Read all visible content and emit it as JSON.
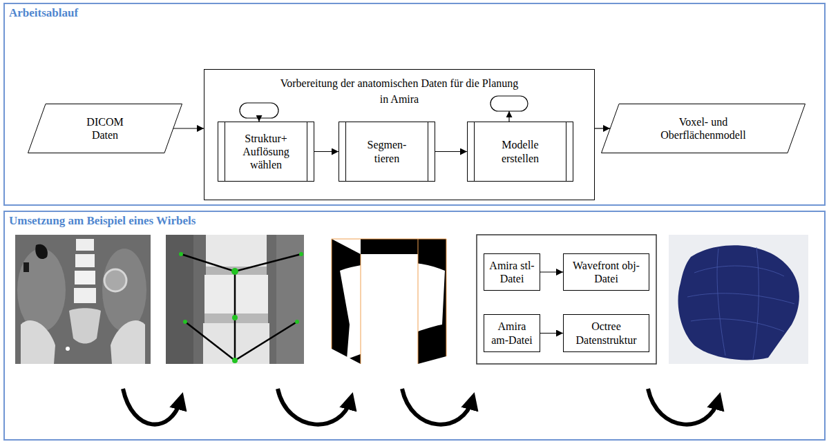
{
  "diagram": {
    "nodes": [
      {
        "text": [
          "Arbeitsablauf"
        ]
      },
      {
        "text": [
          "DICOM Daten"
        ],
        "in": 0
      },
      {
        "text": [
          "Vorbereitung der anatomischen Daten für die Planung in Amira"
        ],
        "in": 0
      },
      {
        "text": [
          "Struktur+ Auflösung wählen"
        ],
        "in": 2
      },
      {
        "text": [
          "Segmen- tieren"
        ],
        "in": 2
      },
      {
        "text": [
          "Modelle erstellen"
        ],
        "in": 2
      },
      {
        "text": [
          "Voxel- und Oberflächenmodell"
        ],
        "in": 0
      },
      {
        "text": [
          "Umsetzung am Beispiel eines Wirbels"
        ]
      },
      {
        "text": [
          "Amira stl-Datei"
        ],
        "in": 7
      },
      {
        "text": [
          "Wavefront obj-Datei"
        ],
        "in": 7
      },
      {
        "text": [
          "Amira am-Datei"
        ],
        "in": 7
      },
      {
        "text": [
          "Octree Datenstruktur"
        ],
        "in": 7
      }
    ],
    "edges": [
      {
        "from": 1,
        "to": 2,
        "arrow": "to"
      },
      {
        "from": 3,
        "to": 4,
        "arrow": "to"
      },
      {
        "from": 4,
        "to": 5,
        "arrow": "to"
      },
      {
        "from": 2,
        "to": 6,
        "arrow": "to"
      },
      {
        "from": 8,
        "to": 9,
        "arrow": "to"
      },
      {
        "from": 10,
        "to": 11,
        "arrow": "to"
      }
    ]
  }
}
